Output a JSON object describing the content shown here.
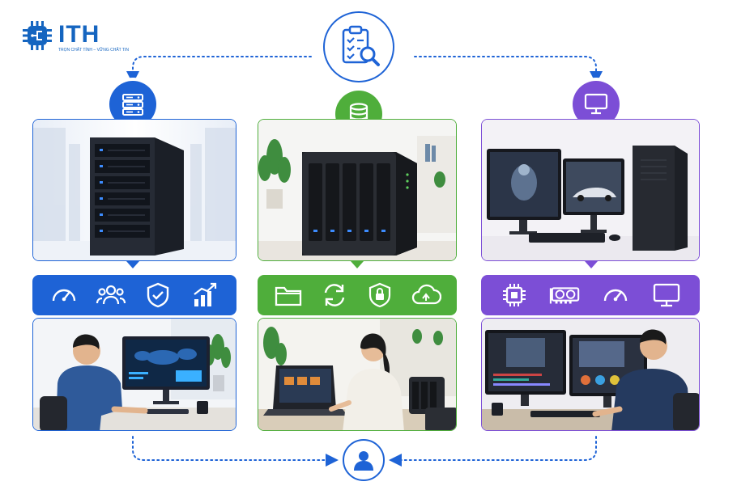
{
  "logo": {
    "text": "ITH",
    "tagline": "TRỌN CHẤT TÍNH – VỮNG CHẤT TIN",
    "accent": "#1565c0"
  },
  "colors": {
    "blue": "#1e63d6",
    "green": "#4fae3b",
    "purple": "#7c4ed6"
  },
  "center_badge": {
    "icon": "checklist-search-icon"
  },
  "user_badge": {
    "icon": "user-icon"
  },
  "columns": [
    {
      "id": "server",
      "badge_icon": "server-rack-icon",
      "hardware_image": "server-tower-in-datacenter",
      "feature_icons": [
        "speedometer-icon",
        "users-group-icon",
        "shield-check-icon",
        "growth-chart-icon"
      ],
      "usage_image": "man-monitoring-world-map-dashboard"
    },
    {
      "id": "nas",
      "badge_icon": "database-icon",
      "hardware_image": "nas-storage-5-bay",
      "feature_icons": [
        "folder-icon",
        "sync-icon",
        "lock-icon",
        "cloud-sync-icon"
      ],
      "usage_image": "woman-using-laptop-with-nas"
    },
    {
      "id": "workstation",
      "badge_icon": "monitor-icon",
      "hardware_image": "workstation-dual-monitor-tower",
      "feature_icons": [
        "cpu-chip-icon",
        "graphics-card-icon",
        "speedometer-icon",
        "monitor-icon"
      ],
      "usage_image": "man-editing-video-dual-monitor"
    }
  ]
}
